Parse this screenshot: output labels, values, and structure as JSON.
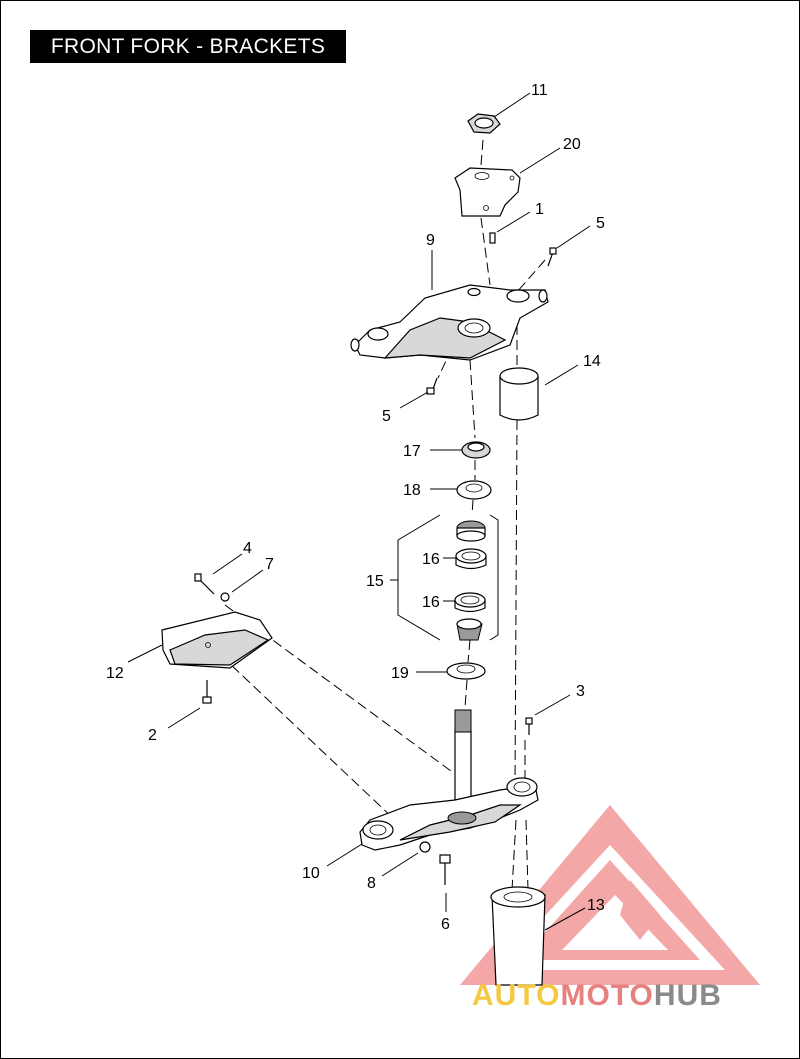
{
  "title": "FRONT FORK - BRACKETS",
  "callouts": {
    "c11": "11",
    "c20": "20",
    "c1": "1",
    "c5a": "5",
    "c9": "9",
    "c5b": "5",
    "c14": "14",
    "c17": "17",
    "c18": "18",
    "c15": "15",
    "c16a": "16",
    "c16b": "16",
    "c4": "4",
    "c7": "7",
    "c12": "12",
    "c19": "19",
    "c3": "3",
    "c2": "2",
    "c10": "10",
    "c8": "8",
    "c13": "13",
    "c6": "6"
  },
  "watermark": {
    "part1": "AUTO",
    "part2": "MOTO",
    "part3": "HUB",
    "colors": {
      "auto": "#f5c842",
      "moto": "#e88080",
      "hub": "#8a8a8a",
      "logo": "#e87070"
    }
  }
}
